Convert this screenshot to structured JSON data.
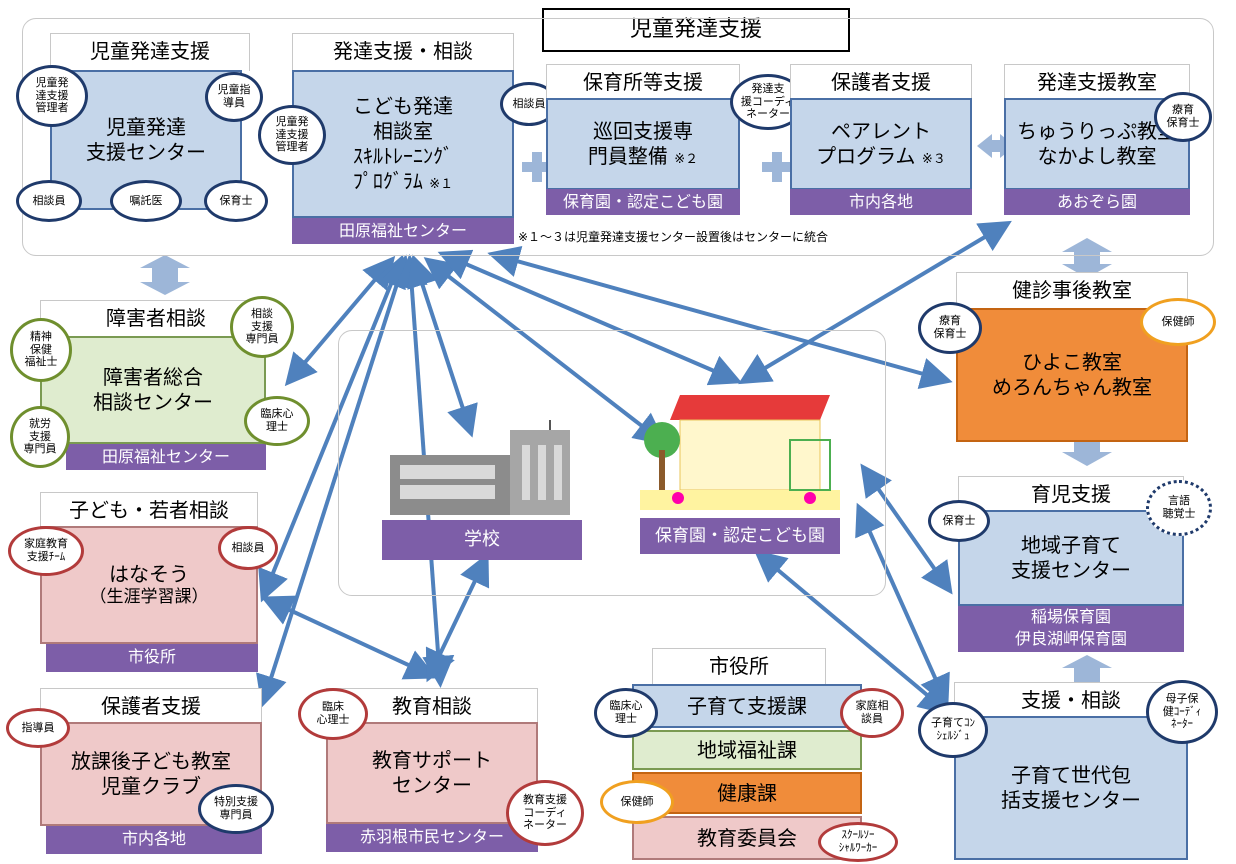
{
  "main_title": "児童発達支援",
  "top": {
    "center_card": {
      "tab": "児童発達支援",
      "lines": [
        "児童発達",
        "支援センター"
      ],
      "badges": {
        "manager": "児童発\n達支援\n管理者",
        "instructor": "児童指\n導員",
        "counselor": "相談員",
        "doctor": "嘱託医",
        "nursery": "保育士"
      }
    },
    "soudan": {
      "tab": "発達支援・相談",
      "lines": [
        "こども発達",
        "相談室",
        "ｽｷﾙﾄﾚｰﾆﾝｸﾞ",
        "ﾌﾟﾛｸﾞﾗﾑ"
      ],
      "mark": "※１",
      "place": "田原福祉センター",
      "badges": {
        "manager": "児童発\n達支援\n管理者",
        "counselor": "相談員"
      }
    },
    "hoikusho": {
      "tab": "保育所等支援",
      "lines": [
        "巡回支援専",
        "門員整備"
      ],
      "mark": "※２",
      "place": "保育園・認定こども園",
      "badge": "発達支\n援コーディ\nネーター"
    },
    "hogosha": {
      "tab": "保護者支援",
      "lines": [
        "ペアレント",
        "プログラム"
      ],
      "mark": "※３",
      "place": "市内各地"
    },
    "kyoshitsu": {
      "tab": "発達支援教室",
      "lines": [
        "ちゅうりっぷ教室",
        "なかよし教室"
      ],
      "place": "あおぞら園",
      "badge": "療育\n保育士"
    },
    "footnote": "※１～３は児童発達支援センター設置後はセンターに統合"
  },
  "shogai": {
    "tab": "障害者相談",
    "lines": [
      "障害者総合",
      "相談センター"
    ],
    "place": "田原福祉センター",
    "badges": {
      "mental": "精神\n保健\n福祉士",
      "support": "相談\n支援\n専門員",
      "work": "就労\n支援\n専門員",
      "psych": "臨床心\n理士"
    }
  },
  "kodomo": {
    "tab": "子ども・若者相談",
    "lines": [
      "はなそう",
      "（生涯学習課）"
    ],
    "place": "市役所",
    "badges": {
      "family": "家庭教育\n支援ﾁｰﾑ",
      "counselor": "相談員"
    }
  },
  "hogosha2": {
    "tab": "保護者支援",
    "lines": [
      "放課後子ども教室",
      "児童クラブ"
    ],
    "place": "市内各地",
    "badges": {
      "guide": "指導員",
      "special": "特別支援\n専門員"
    }
  },
  "kyoiku": {
    "tab": "教育相談",
    "lines": [
      "教育サポート",
      "センター"
    ],
    "place": "赤羽根市民センター",
    "badges": {
      "psych": "臨床\n心理士",
      "coord": "教育支援\nコーディ\nネーター"
    }
  },
  "shiyakusho": {
    "tab": "市役所",
    "rows": [
      "子育て支援課",
      "地域福祉課",
      "健康課",
      "教育委員会"
    ],
    "badges": {
      "psych": "臨床心\n理士",
      "family": "家庭相\n談員",
      "nurse": "保健師",
      "social": "ｽｸｰﾙｿｰ\nｼｬﾙﾜｰｶｰ"
    }
  },
  "kenshin": {
    "tab": "健診事後教室",
    "lines": [
      "ひよこ教室",
      "めろんちゃん教室"
    ],
    "badges": {
      "nursery": "療育\n保育士",
      "nurse": "保健師"
    }
  },
  "ikuji": {
    "tab": "育児支援",
    "lines": [
      "地域子育て",
      "支援センター"
    ],
    "place": [
      "稲場保育園",
      "伊良湖岬保育園"
    ],
    "badges": {
      "nursery": "保育士",
      "speech": "言語\n聴覚士"
    }
  },
  "shien": {
    "tab": "支援・相談",
    "lines": [
      "子育て世代包",
      "括支援センター"
    ],
    "badges": {
      "concierge": "子育てｺﾝ\nｼｪﾙｼﾞｭ",
      "coord": "母子保\n健ｺｰﾃﾞｨ\nﾈｰﾀｰ"
    }
  },
  "school_label": "学校",
  "nursery_label": "保育園・認定こども園",
  "colors": {
    "blue": "#c5d6ea",
    "purple": "#7d5ea8",
    "arrow": "#4f81bd",
    "orange": "#f08c3a",
    "green": "#dfeccf",
    "pink": "#efc9c9"
  }
}
